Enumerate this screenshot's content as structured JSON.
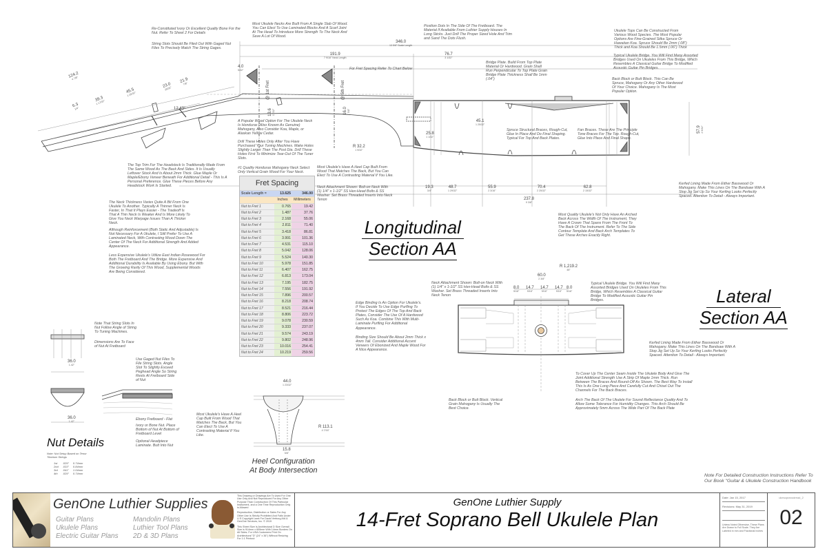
{
  "section_titles": {
    "longitudinal": [
      "Longitudinal",
      "Section AA"
    ],
    "lateral": [
      "Lateral",
      "Section AA"
    ],
    "nut": "Nut Details",
    "heel": [
      "Heel Configuration",
      "At Body Intersection"
    ]
  },
  "fret_spacing": {
    "title": "Fret Spacing",
    "scale_label": "Scale Length =",
    "scale_in": "13.625",
    "scale_mm": "346.00",
    "col_inches": "Inches",
    "col_mm": "Millimeters",
    "rows": [
      {
        "label": "Nut to Fret 1",
        "in": "0.765",
        "mm": "19.42"
      },
      {
        "label": "Nut to Fret 2",
        "in": "1.487",
        "mm": "37.76"
      },
      {
        "label": "Nut to Fret 3",
        "in": "2.168",
        "mm": "55.06"
      },
      {
        "label": "Nut to Fret 4",
        "in": "2.811",
        "mm": "71.40"
      },
      {
        "label": "Nut to Fret 5",
        "in": "3.418",
        "mm": "86.81"
      },
      {
        "label": "Nut to Fret 6",
        "in": "3.991",
        "mm": "101.36"
      },
      {
        "label": "Nut to Fret 7",
        "in": "4.531",
        "mm": "115.10"
      },
      {
        "label": "Nut to Fret 8",
        "in": "5.042",
        "mm": "128.06"
      },
      {
        "label": "Nut to Fret 9",
        "in": "5.524",
        "mm": "140.30"
      },
      {
        "label": "Nut to Fret 10",
        "in": "5.978",
        "mm": "151.85"
      },
      {
        "label": "Nut to Fret 11",
        "in": "6.407",
        "mm": "162.75"
      },
      {
        "label": "Nut to Fret 12",
        "in": "6.813",
        "mm": "173.04"
      },
      {
        "label": "Nut to Fret 13",
        "in": "7.195",
        "mm": "182.75"
      },
      {
        "label": "Nut to Fret 14",
        "in": "7.556",
        "mm": "191.92"
      },
      {
        "label": "Nut to Fret 15",
        "in": "7.896",
        "mm": "200.57"
      },
      {
        "label": "Nut to Fret 16",
        "in": "8.218",
        "mm": "208.74"
      },
      {
        "label": "Nut to Fret 17",
        "in": "8.521",
        "mm": "216.44"
      },
      {
        "label": "Nut to Fret 18",
        "in": "8.806",
        "mm": "223.72"
      },
      {
        "label": "Nut to Fret 19",
        "in": "9.078",
        "mm": "230.59"
      },
      {
        "label": "Nut to Fret 20",
        "in": "9.333",
        "mm": "237.07"
      },
      {
        "label": "Nut to Fret 21",
        "in": "9.574",
        "mm": "243.19"
      },
      {
        "label": "Nut to Fret 22",
        "in": "9.802",
        "mm": "248.96"
      },
      {
        "label": "Nut to Fret 23",
        "in": "10.016",
        "mm": "254.41"
      },
      {
        "label": "Nut to Fret 24",
        "in": "10.219",
        "mm": "259.56"
      }
    ]
  },
  "notes": [
    "Re-Constituted Ivory Or Excellent Quality Bone For the Nut. Refer To Sheet 2 For Details",
    "String Slots Should Be Filed Out With Gaged Nut Files To Precisely Match The String Gages.",
    "Most Ukulele Necks Are Built From A Single Slab Of Wood. You Can Elect To Use Laminated Blocks And A Scarf Joint At The Head To Introduce More Strength To The Neck And Save A Lot Of Wood.",
    "Position Dots In The Side Of The Fretboard. The Material If Available From Luthier Supply Houses In Long Sticks. Just Drill The Proper Sized Hole And Trim and Sand The Dots Flush.",
    "Ukulele Tops Can Be Constructed From Various Wood Species. The Most Popular Options Are Fine-Grained Sitka Spruce Or Hawaiian Koa. Spruce Should Be 2mm (.08\") Thick and Koa Should Be 1.5mm (.06\") Thick",
    "Typical Ukulele Bridge. You Will Find Many Assorted Bridges Used On Ukuleles From This Bridge, Which Resembles A Classical Guitar Bridge To Modified Acoustic Guitar Pin Bridges.",
    "Back Block or Butt Block. This Can Be Spruce, Mahogany Or Any Other Hardwood Of Your Choice. Mahogany Is The Most Popular Option.",
    "Bridge Plate. Build From Top Plate Material Or Hardwood. Grain Shall Run Perpendicular To Top Plate Grain Bridge Plate Thickness Shall Be 1mm (.04\")",
    "For Fret Spacing Refer To Chart Below",
    "A Popular Wood Option For The Ukulele Neck Is Honduras (Also Known As Genuine) Mahogany, Also Consider Koa, Maple, or Alaskan Yellow Cedar.",
    "Drill These Holes Only After You Have Purchased Your Tuning Machines. Make Holes Slightly Larger Than The Post Dia. Drill These Holes First To Minimize Tear-Out Of The Tuner Slots.",
    "#1 Quality Honduras Mahogany Neck Select Only Vertical Grain Wood For Your Neck.",
    "The Top Trim For The Headstock Is Traditionally Made From The Same Wood As The Back And Sides. It Is Usually Leftover Stock And Is About 2mm Thick. Glue Maple Or Maple/Ebony Veneer Beneath For Additional Detail - This Is A Personal Preference. Glue These Pieces Before Any Headstock Work Is Started.",
    "The Neck Thickness Varies Quite A Bit From One Ukulele To Another. Typically A Thinner Neck Is Faster, In That It Plays Easier - The Tradeoff Is That A Thin Neck Is Weaker And Is More Likely To Give You Neck Warpage Issues Than A Thicker Neck.",
    "Although Reinforcement (Both Static And Adjustable) Is Not Necessary For A Ukulele, I Still Prefer To Use A Laminated Neck, With Contrasting Wood Down The Center Of The Neck For Additional Strength And Added Appearance.",
    "Less Expensive Ukulele's Utilize East Indian Rosewood For Both The Fretboard And The Bridge. More Expensive And Additional Durability Is Available By Using Ebony. But With The Growing Rarity Of This Wood, Supplemental Woods Are Being Considered.",
    "Most Ukulele's Have A Heel Cap Built From Wood That Matches The Back, But You Can Elect To Use A Contrasting Material If You Like.",
    "Neck Attachment Shown: Bolt-on Neck With (1) 1/4\" x 1-1/2\" SS Hex-Head Bolts & SS Washer. Set Brass Threaded Inserts Into Neck Tenon",
    "Spruce Structural Braces, Rough-Cut, Glue In Place And Do Final Shaping. Typical For Top And Back Plates.",
    "Fan Braces. These Are The Principle Tone Braces For The Top. Rough-Cut, Glue Into Place And Final Shape.",
    "Kerfed Lining Made From Either Basswood Or Mahogany. Make This Lines On The Bandsaw With A Stop Jig Set Up So Your Kerfing Looks Perfectly Spaced. Attention To Detail - Always Important.",
    "Most Quality Ukulele's Not Only Have An Arched Back Across The Width Of The Instrument, They Have A Crown That Spans From The Front To The Back Of The Instrument. Refer To The Side Contour Template And Back Arch Templates To Get These Arches Exactly Right.",
    "Neck Attachment Shown: Bolt-on Neck With (1) 1/4\" x 1-1/2\" SS Hex-Head Bolts & SS Washer. Set Brass Threaded Inserts Into Neck Tenon",
    "Typical Ukulele Bridge. You Will Find Many Assorted Bridges Used On Ukuleles From This Bridge, Which Resembles A Classical Guitar Bridge To Modified Acoustic Guitar Pin Bridges.",
    "Edge Binding Is An Option For Ukulele's. If You Decide To Use Edge Purfling To Protect The Edges Of The Top And Back Plates, Consider The Use Of A Hardwood Such As Koa. Combine This With Multi-Laminate Purfling For Additional Appearance.",
    "Binding Size Should Be About 2mm Thick x 4mm Tall. Consider Additional Accent Veneers Of Ebonized And Maple Wood For A Nice Appearance.",
    "Kerfed Lining Made From Either Basswood Or Mahogany. Make This Lines On The Bandsaw With A Stop Jig Set Up So Your Kerfing Looks Perfectly Spaced. Attention To Detail - Always Important.",
    "To Cover Up The Center Seam Inside The Ukulele Body And Give The Joint Additional Strength Use A Strip Of Maple 1mm Thick. Run Between The Braces And Round-Off As Shown. The Best Way To Install This Is As One Long Piece And Carefully Cut And Chisel Out The Channels For The Back Braces.",
    "Arch The Back Of The Ukulele For Sound Reflectance Quality And To Allow Some Tolerance For Humidity Changes. This Arch Should Be Approximately 5mm Across The Wide Part Of The Back Plate",
    "Back Block or Butt Block. Vertical Grain Mahogany Is Usually The Best Choice.",
    "Note For Detailed Construction Instructions Refer To Our Book \"Guitar & Ukulele Construction Handbook",
    "Note That String Slots In Nut Follow Angle of String To Tuning Machines.",
    "Dimensions Are To Face of Nut At Fretboard",
    "Use Gaged Nut Files To File String Slots. Angle Slot To Slightly Exceed Peghead Angle So String Rests At Fretboard Side of Nut",
    "Ebony Fretboard - Flat",
    "Ivory or Bone Nut. Place Bottom of Nut At Bottom of Fretboard Level",
    "Optional Headpiece Laminate. Butt Into Nut",
    "Most Ukulele's Have A Heel Cap Built From Wood That Matches The Back, But You Can Elect To Use A Contrasting Material If You Like."
  ],
  "dimensions": [
    {
      "value": "346.0",
      "sub": "13 5/8\" Scale Length"
    },
    {
      "value": "191.9",
      "sub": "7 9/16\" Neck Length"
    },
    {
      "value": "124.2",
      "sub": "4 7/8\""
    },
    {
      "value": "45.5",
      "sub": "1 25/32\""
    },
    {
      "value": "39.3",
      "sub": "1 17/32\""
    },
    {
      "value": "23.0",
      "sub": "29/32\""
    },
    {
      "value": "21.9",
      "sub": "7/8\""
    },
    {
      "value": "6.3",
      "sub": "1/4\""
    },
    {
      "value": "4.0",
      "sub": "5/32\""
    },
    {
      "value": "12.43°",
      "sub": ""
    },
    {
      "value": "76.7",
      "sub": "3 1/32\""
    },
    {
      "value": "45.1",
      "sub": "1 25/32\""
    },
    {
      "value": "25.8",
      "sub": "1 1/32\""
    },
    {
      "value": "R 32.2",
      "sub": "1 9/32\""
    },
    {
      "value": "19.3",
      "sub": "3/4\""
    },
    {
      "value": "48.7",
      "sub": "1 29/32\""
    },
    {
      "value": "55.9",
      "sub": "2 3/16\""
    },
    {
      "value": "70.4",
      "sub": "2 25/32\""
    },
    {
      "value": "62.8",
      "sub": "2 15/32\""
    },
    {
      "value": "237.8",
      "sub": "9 3/8\""
    },
    {
      "value": "57.9",
      "sub": "2 9/32\""
    },
    {
      "value": "13.6",
      "sub": "17/32\""
    },
    {
      "value": "16.0",
      "sub": "5/8\""
    },
    {
      "value": "60.0",
      "sub": "2 3/8\""
    },
    {
      "value": "R 1,219.2",
      "sub": "48\""
    },
    {
      "value": "8.0",
      "sub": "5/16\""
    },
    {
      "value": "14.7",
      "sub": "9/16\""
    },
    {
      "value": "14.7",
      "sub": "9/16\""
    },
    {
      "value": "14.7",
      "sub": "9/16\""
    },
    {
      "value": "8.0",
      "sub": "5/16\""
    },
    {
      "value": "44.0",
      "sub": "1 23/32\""
    },
    {
      "value": "15.8",
      "sub": "5/8\""
    },
    {
      "value": "R 113.1",
      "sub": "4 7/16\""
    },
    {
      "value": "36.0",
      "sub": "1.42\""
    },
    {
      "value": "36.0",
      "sub": "1.42\""
    },
    {
      "value": "@ 1st Fret",
      "sub": ""
    },
    {
      "value": "@ 5th Fret",
      "sub": ""
    }
  ],
  "nut_strings": {
    "note": "Note: Nut Setup Based on Tenor Titanium Strings",
    "rows": [
      {
        "string": "1st",
        "in": ".029\"",
        "mm": "0.74mm"
      },
      {
        "string": "2nd",
        "in": ".033\"",
        "mm": "0.84mm"
      },
      {
        "string": "3rd",
        "in": ".041\"",
        "mm": "1.04mm"
      },
      {
        "string": "4th",
        "in": ".029\"",
        "mm": "0.74mm"
      }
    ]
  },
  "title_block": {
    "brand": "GenOne Luthier Supplies",
    "plan_links": [
      "Guitar Plans",
      "Ukulele Plans",
      "Electric Guitar Plans",
      "Mandolin Plans",
      "Luthier Tool Plans",
      "2D & 3D Plans"
    ],
    "copyright": [
      "This Drawing or Drawings Are To Used For One Use Only And Not Reproduced For Any Other Purpose Than Construction Of This Particular Instrument, and a One Time Reproduction Only is Allowed",
      "Reproduction, Distribution or Sales For Any Other Use Is Strictly Prohibited And Falls Under U.S Copyright Laws For David Verburg AIA & GenOne Services, Inc. © 2019",
      "This Sheet Size Is Architectural D Size Overall Size is 914mm x 609mm With 14mm Borders On All Sides. For USA Customers Print On Architectural \"D\" (24\" x 36\") Without Resizing For 1:1 Printout"
    ],
    "company": "GenOne Luthier Supply",
    "plan_title": "14-Fret Soprano Bell Ukulele Plan",
    "date": "Date: Jan 15, 2017",
    "revisions": "Revisions: May 31, 2019",
    "scale_note": "Unless Noted Otherwise, These Plans Are Drawn to Full Scale. They Are Labeled in mm and Fractional Inches",
    "file_name": "ukesopranodread_2",
    "sheet_number": "02"
  },
  "colors": {
    "line": "#444444",
    "fret_inches_column": "#e3f0d2",
    "fret_mm_column": "#efd3e6",
    "fret_scale_row": "#c9d6f2",
    "fret_header_row": "#fbe7c4",
    "soundhole_wood": "#e8c9a0"
  }
}
